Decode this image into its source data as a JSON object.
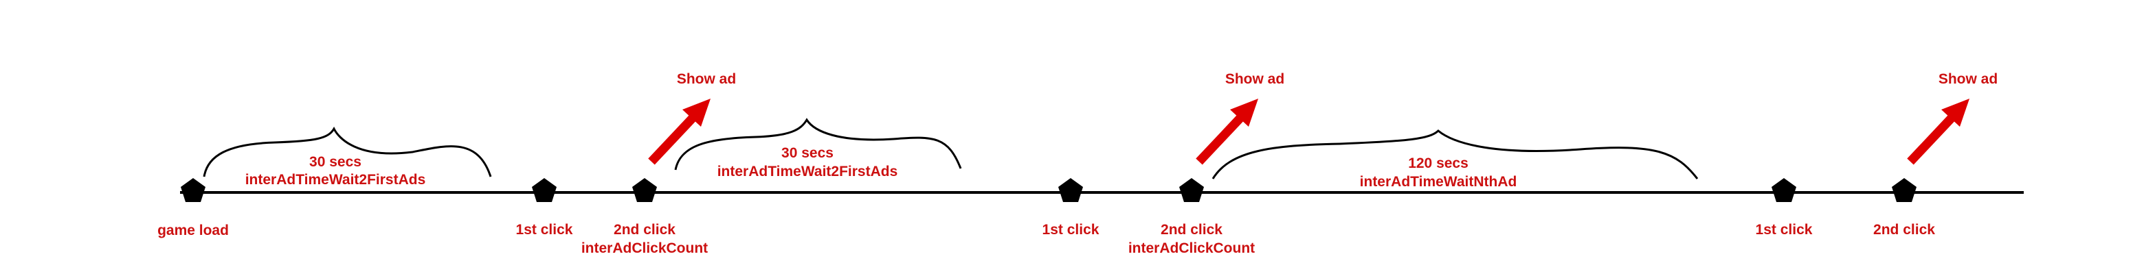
{
  "colors": {
    "label": "#cc1111",
    "arrow": "#dd0000",
    "line": "#000000",
    "node": "#000000"
  },
  "events": [
    {
      "id": "game-load",
      "label": "game load",
      "sublabel": ""
    },
    {
      "id": "click-1a",
      "label": "1st click",
      "sublabel": ""
    },
    {
      "id": "click-2a",
      "label": "2nd click",
      "sublabel": "interAdClickCount"
    },
    {
      "id": "click-1b",
      "label": "1st click",
      "sublabel": ""
    },
    {
      "id": "click-2b",
      "label": "2nd click",
      "sublabel": "interAdClickCount"
    },
    {
      "id": "click-1c",
      "label": "1st click",
      "sublabel": ""
    },
    {
      "id": "click-2c",
      "label": "2nd click",
      "sublabel": ""
    }
  ],
  "intervals": [
    {
      "duration": "30 secs",
      "setting": "interAdTimeWait2FirstAds"
    },
    {
      "duration": "30 secs",
      "setting": "interAdTimeWait2FirstAds"
    },
    {
      "duration": "120 secs",
      "setting": "interAdTimeWaitNthAd"
    }
  ],
  "ads": [
    {
      "label": "Show ad",
      "icon": "arrow-up-right-icon"
    },
    {
      "label": "Show ad",
      "icon": "arrow-up-right-icon"
    },
    {
      "label": "Show ad",
      "icon": "arrow-up-right-icon"
    }
  ]
}
